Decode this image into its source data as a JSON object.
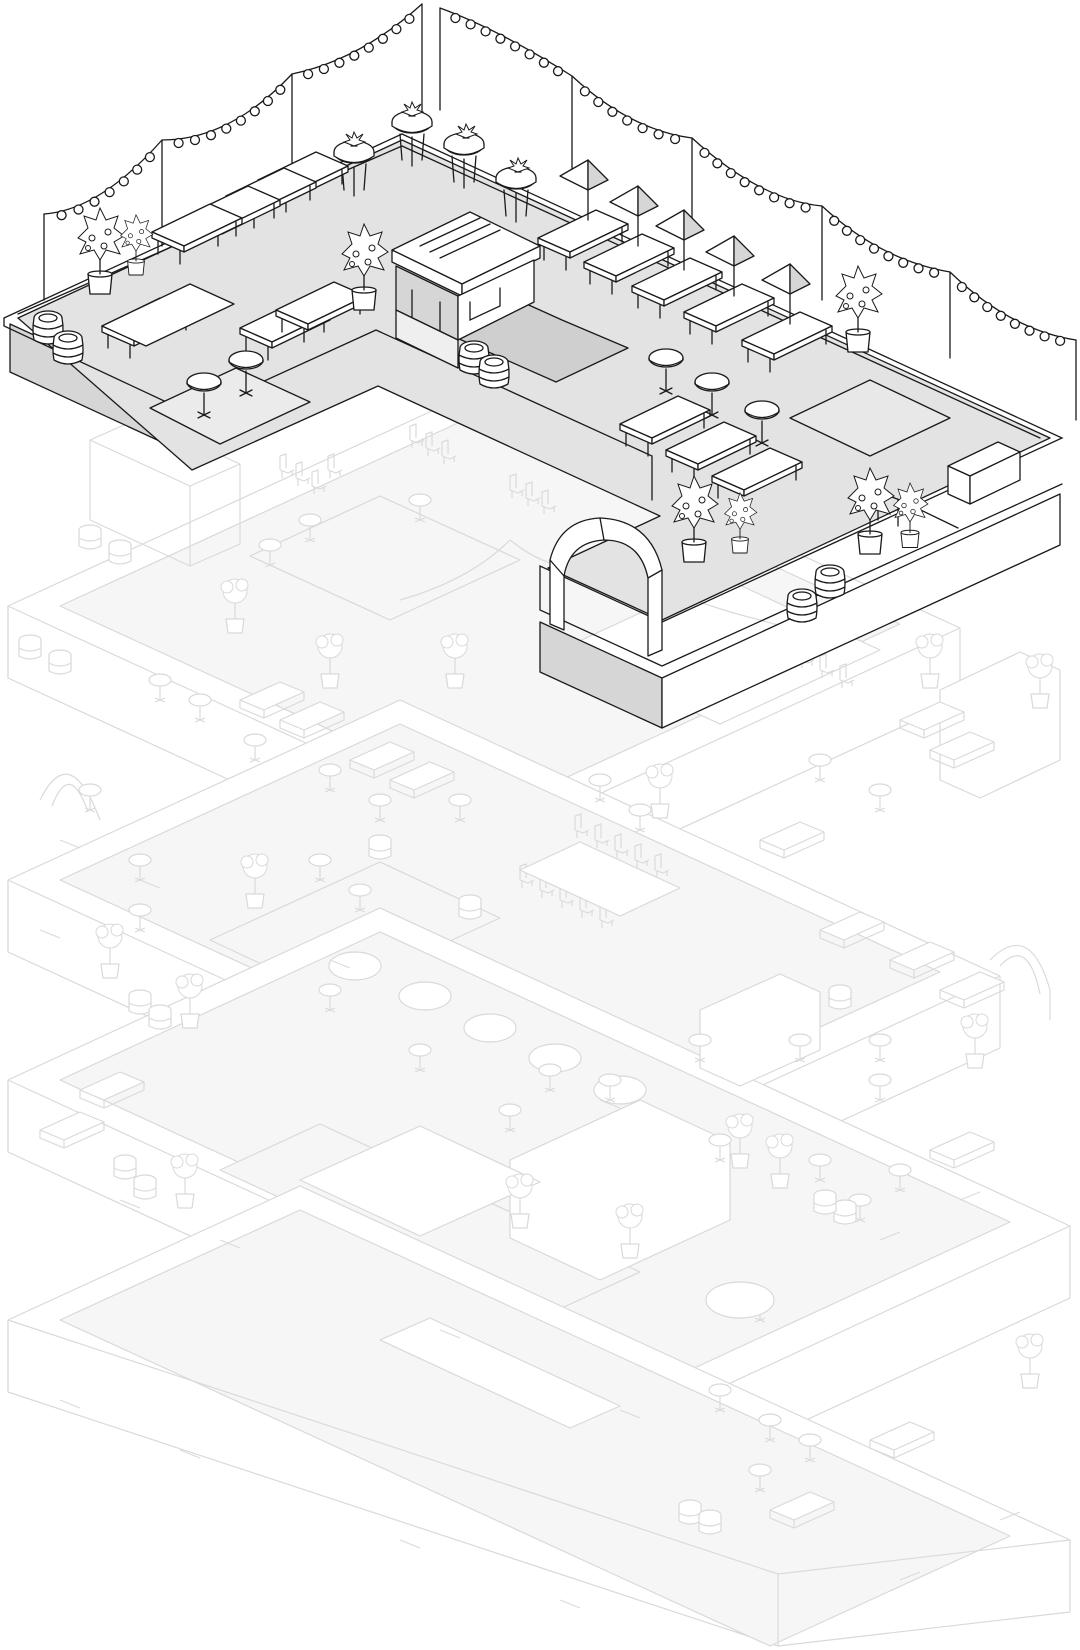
{
  "illustration": {
    "kind": "exploded isometric axonometric",
    "levels_shown": 5,
    "highlighted_level": "rooftop terrace",
    "line_color": "#1a1a1a",
    "ghost_line_color": "#d9d9d9",
    "floor_fill": "#e3e3e3",
    "wall_fill": "#d6d6d6"
  },
  "rooftop": {
    "elements": [
      "string-lights",
      "potted-trees",
      "palm-plants",
      "benches",
      "round-tables",
      "barrels",
      "bar-kiosk",
      "sun-sails",
      "arch",
      "lounge-sofa",
      "rugs"
    ]
  }
}
